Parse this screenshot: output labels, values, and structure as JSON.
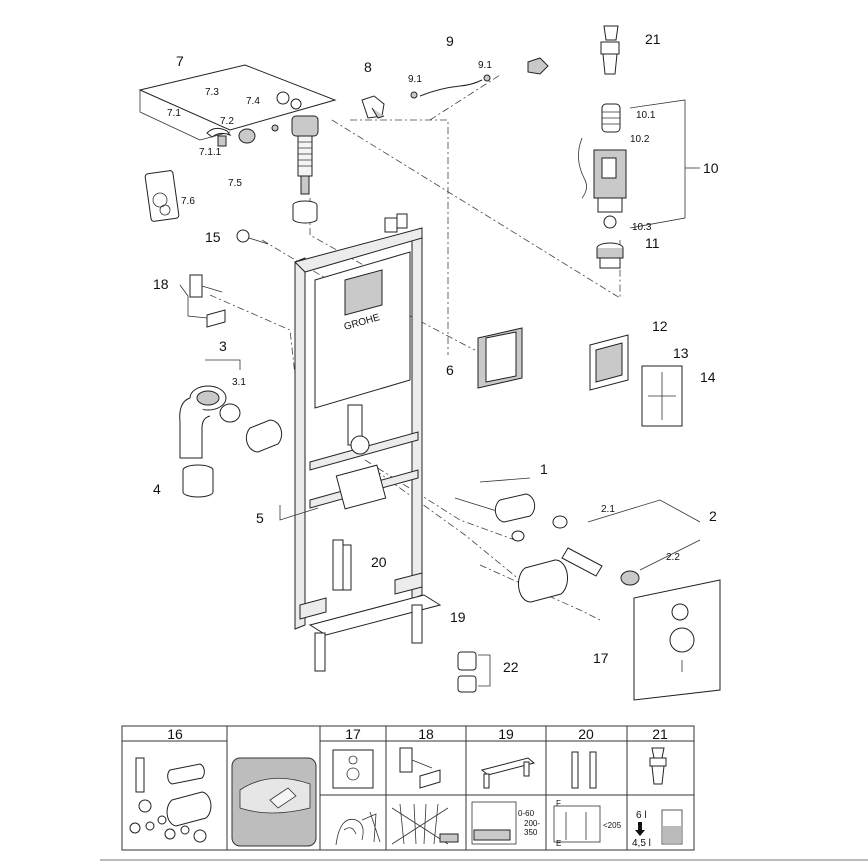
{
  "brand": "GROHE",
  "callouts": {
    "c1": "1",
    "c2": "2",
    "c2_1": "2.1",
    "c2_2": "2.2",
    "c3": "3",
    "c3_1": "3.1",
    "c4": "4",
    "c5": "5",
    "c6": "6",
    "c7": "7",
    "c7_1": "7.1",
    "c7_1_1": "7.1.1",
    "c7_2": "7.2",
    "c7_3": "7.3",
    "c7_4": "7.4",
    "c7_5": "7.5",
    "c7_6": "7.6",
    "c8": "8",
    "c9": "9",
    "c9_1a": "9.1",
    "c9_1b": "9.1",
    "c10": "10",
    "c10_1": "10.1",
    "c10_2": "10.2",
    "c10_3": "10.3",
    "c11": "11",
    "c12": "12",
    "c13": "13",
    "c14": "14",
    "c15": "15",
    "c17": "17",
    "c18": "18",
    "c19": "19",
    "c20": "20",
    "c21": "21",
    "c22": "22"
  },
  "table": {
    "headers": [
      "16",
      "",
      "17",
      "18",
      "19",
      "20",
      "21"
    ],
    "dims": {
      "d19a": "0-60",
      "d19b": "200-",
      "d19c": "350",
      "d20a": "F",
      "d20b": "E",
      "d20c": "<205",
      "d21a": "6 l",
      "d21b": "4,5 l"
    }
  }
}
